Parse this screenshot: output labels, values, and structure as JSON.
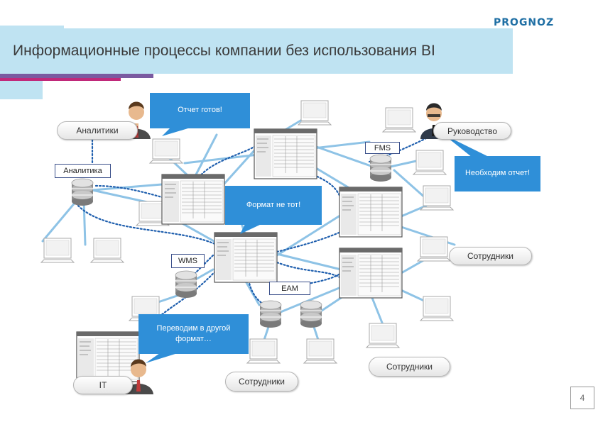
{
  "header": {
    "logo": "PROGNOZ",
    "title": "Информационные процессы компании без использования BI"
  },
  "bubbles": {
    "report_ready": "Отчет готов!",
    "need_report": "Необходим отчет!",
    "wrong_format": "Формат не тот!",
    "converting": "Переводим в другой формат…"
  },
  "labels": {
    "analysts": "Аналитики",
    "management": "Руководство",
    "analytics_db": "Аналитика",
    "fms": "FMS",
    "wms": "WMS",
    "eam": "EAM",
    "employees_right": "Сотрудники",
    "employees_bottom_right": "Сотрудники",
    "employees_bottom": "Сотрудники",
    "it": "IT"
  },
  "page_number": "4",
  "colors": {
    "accent": "#2f8fd8",
    "title_bg": "#bfe3f2",
    "line": "#8ec3e6",
    "dotted": "#1f5fae",
    "logo": "#1f6fa4",
    "stripe_purple": "#7a5aa0",
    "stripe_pink": "#c0297a"
  }
}
